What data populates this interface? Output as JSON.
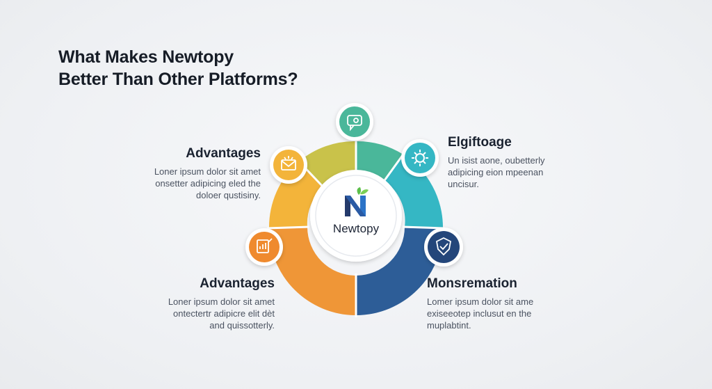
{
  "title": {
    "line1": "What Makes Newtopy",
    "line2": "Better Than Other Platforms?"
  },
  "center": {
    "logo_letter": "N",
    "label": "Newtopy"
  },
  "segments": [
    {
      "color": "#4ab79a",
      "icon": "chat-badge-icon"
    },
    {
      "color": "#35b7c4",
      "icon": "gear-icon"
    },
    {
      "color": "#2a5c98",
      "icon": "shield-check-icon"
    },
    {
      "color": "#2f4f86",
      "icon": "shield-check-icon"
    },
    {
      "color": "#ef9637",
      "icon": "chart-doc-icon"
    },
    {
      "color": "#f3b43a",
      "icon": "envelope-icon"
    },
    {
      "color": "#c9c24a",
      "icon": "none"
    }
  ],
  "blocks": {
    "top_left": {
      "heading": "Advantages",
      "lines": [
        "Loner ipsum dolor sit amet",
        "onsetter adipicing eled the",
        "doloer qustisiny."
      ]
    },
    "top_right": {
      "heading": "Elgiftoage",
      "lines": [
        "Un isist aone, oubetterly",
        "adipicing eion mpeenan",
        "uncisur."
      ]
    },
    "bottom_left": {
      "heading": "Advantages",
      "lines": [
        "Loner ipsum dolor sit amet",
        "ontectertr adipicre elit dèt",
        "and quissotterly."
      ]
    },
    "bottom_right": {
      "heading": "Monsremation",
      "lines": [
        "Lomer ipsum dolor sit ame",
        "exiseeotep inclusut  en the",
        "muplabtint."
      ]
    }
  }
}
